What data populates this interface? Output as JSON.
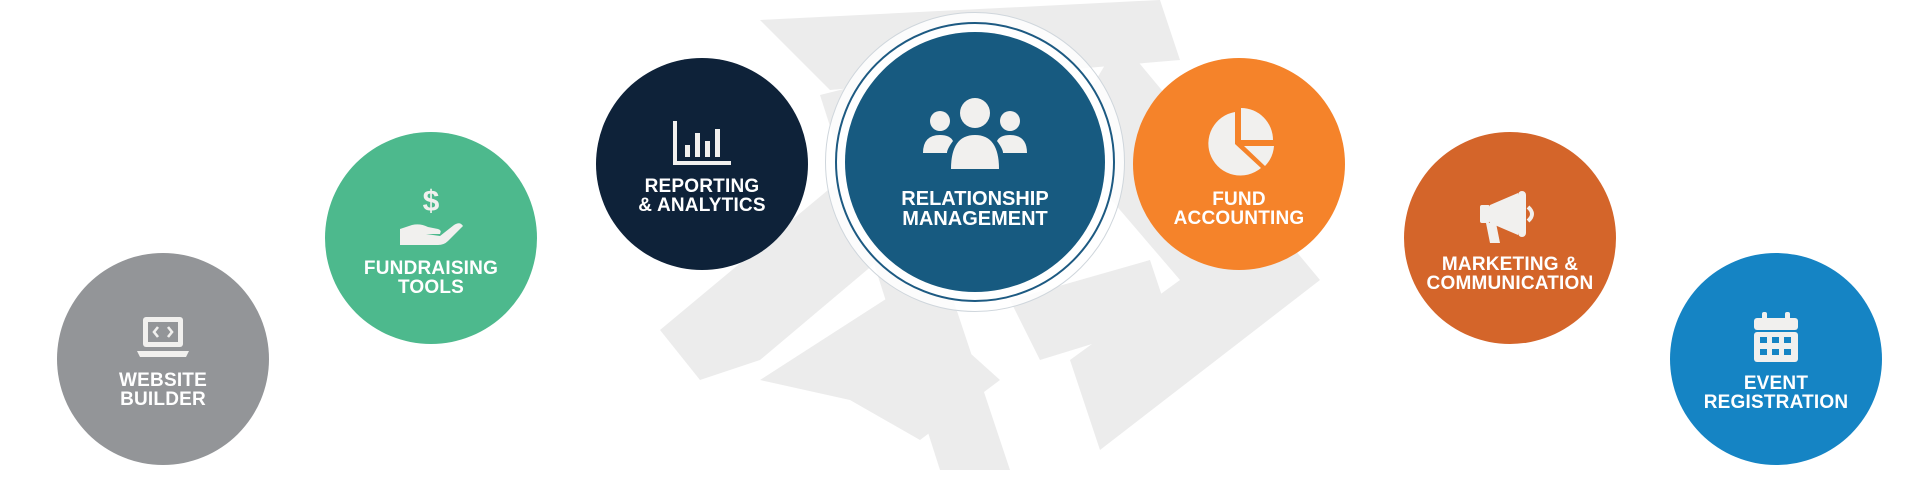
{
  "colors": {
    "website": "#939598",
    "fundraising": "#4db98d",
    "reporting": "#0e2239",
    "relationship": "#175a80",
    "fund_accounting": "#f5832a",
    "marketing": "#d4652a",
    "event": "#1584c4",
    "icon_fill": "#f1f0ee",
    "background_logo": "#ececec"
  },
  "modules": [
    {
      "id": "website",
      "icon": "laptop-code-icon",
      "label_line1": "WEBSITE",
      "label_line2": "BUILDER"
    },
    {
      "id": "fundraising",
      "icon": "hand-dollar-icon",
      "label_line1": "FUNDRAISING",
      "label_line2": "TOOLS"
    },
    {
      "id": "reporting",
      "icon": "bar-chart-icon",
      "label_line1": "REPORTING",
      "label_line2": "& ANALYTICS"
    },
    {
      "id": "relationship",
      "icon": "users-group-icon",
      "label_line1": "RELATIONSHIP",
      "label_line2": "MANAGEMENT"
    },
    {
      "id": "fund_accounting",
      "icon": "pie-chart-icon",
      "label_line1": "FUND",
      "label_line2": "ACCOUNTING"
    },
    {
      "id": "marketing",
      "icon": "megaphone-icon",
      "label_line1": "MARKETING &",
      "label_line2": "COMMUNICATION"
    },
    {
      "id": "event",
      "icon": "calendar-icon",
      "label_line1": "EVENT",
      "label_line2": "REGISTRATION"
    }
  ]
}
